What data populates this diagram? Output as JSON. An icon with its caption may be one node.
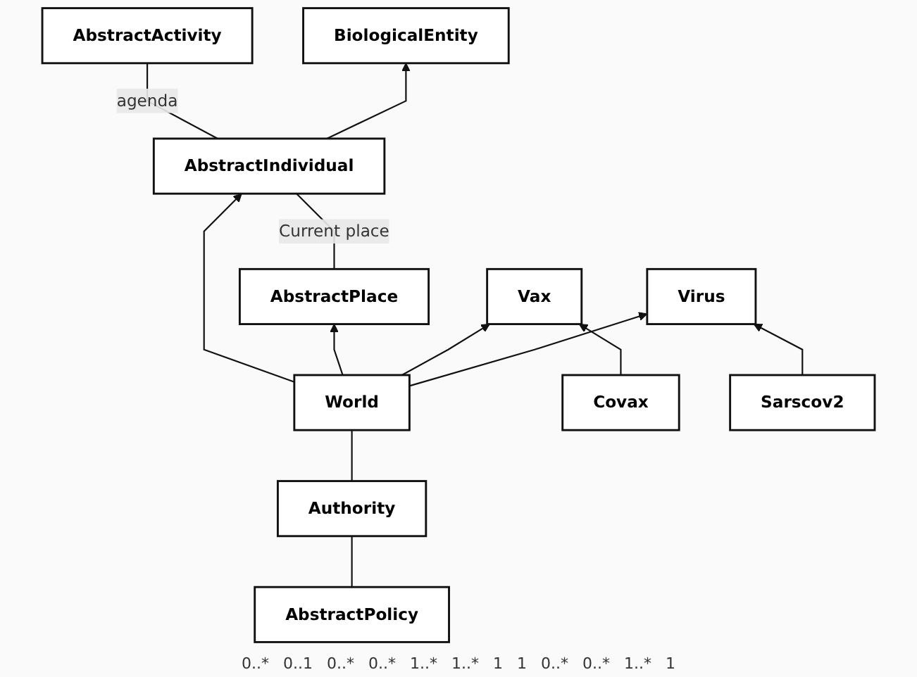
{
  "diagram": {
    "nodes": [
      {
        "text": [
          "AbstractPlace"
        ]
      },
      {
        "text": [
          "AbstractIndividual"
        ]
      },
      {
        "text": [
          "AbstractActivity"
        ]
      },
      {
        "text": [
          "BiologicalEntity"
        ]
      },
      {
        "text": [
          "World"
        ]
      },
      {
        "text": [
          "Authority"
        ]
      },
      {
        "text": [
          "Vax"
        ]
      },
      {
        "text": [
          "Covax"
        ]
      },
      {
        "text": [
          "Virus"
        ]
      },
      {
        "text": [
          "AbstractPolicy"
        ]
      },
      {
        "text": [
          "Sarscov2"
        ]
      }
    ],
    "edges": [
      {
        "from": 0,
        "to": 1,
        "arrow": "none",
        "label": "Current place"
      },
      {
        "from": 1,
        "to": 2,
        "arrow": "none",
        "label": "agenda"
      },
      {
        "from": 1,
        "to": 3,
        "arrow": "to"
      },
      {
        "from": 4,
        "to": 1,
        "arrow": "to"
      },
      {
        "from": 4,
        "to": 0,
        "arrow": "to"
      },
      {
        "from": 4,
        "to": 6,
        "arrow": "to"
      },
      {
        "from": 4,
        "to": 5,
        "arrow": "none"
      },
      {
        "from": 5,
        "to": 9,
        "arrow": "none"
      },
      {
        "from": 4,
        "to": 8,
        "arrow": "to"
      },
      {
        "from": 7,
        "to": 6,
        "arrow": "to"
      },
      {
        "from": 10,
        "to": 8,
        "arrow": "to"
      }
    ],
    "labels": [
      "0..*",
      "0..1",
      "0..*",
      "0..*",
      "1..*",
      "1..*",
      "1",
      "1",
      "0..*",
      "0..*",
      "1..*",
      "1"
    ]
  }
}
